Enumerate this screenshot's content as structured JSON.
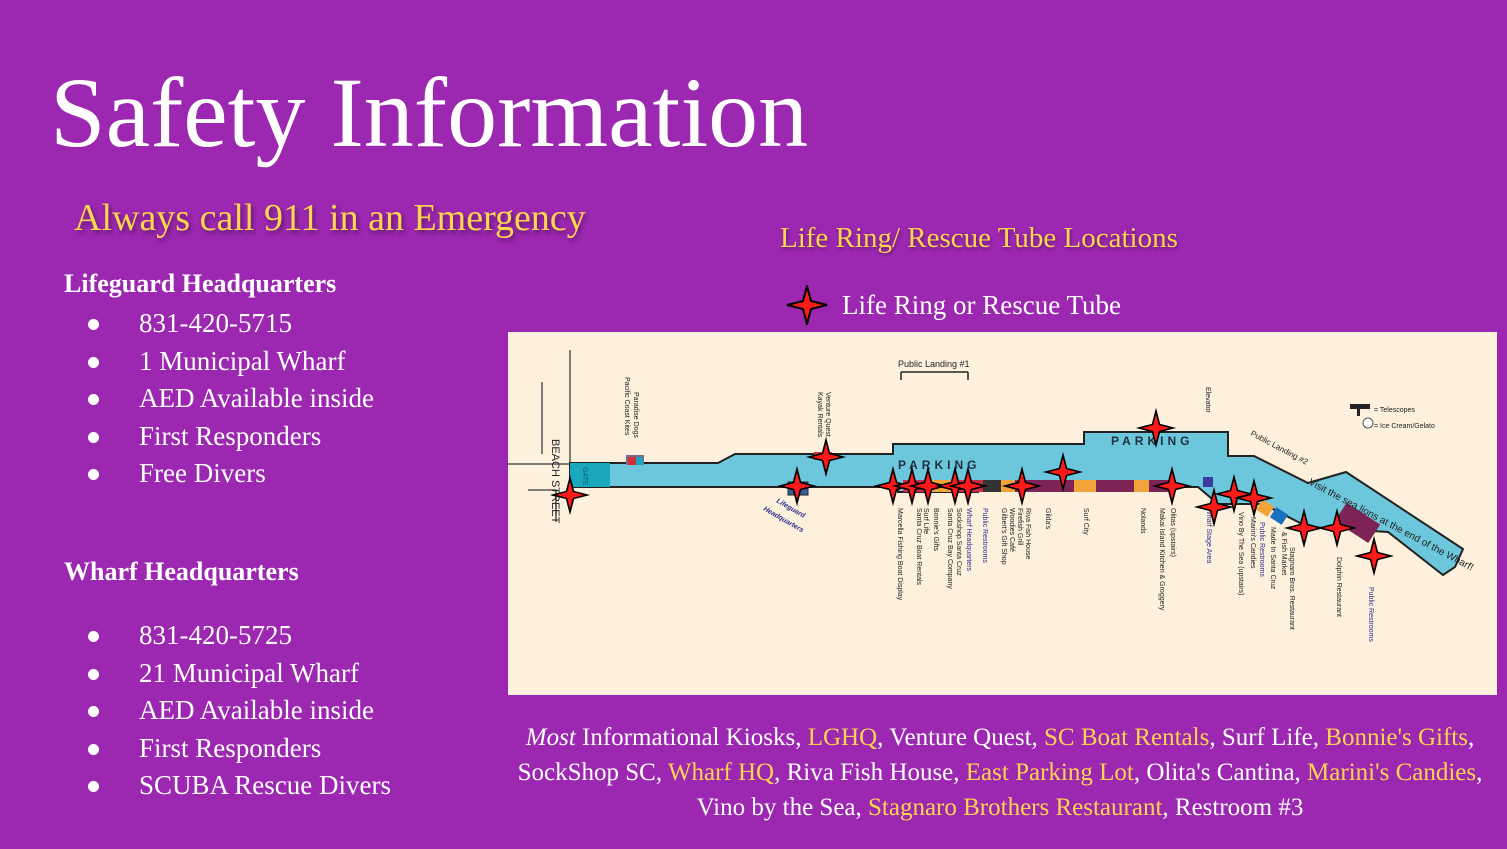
{
  "slide": {
    "title": "Safety Information",
    "subtitle": "Always call 911 in an Emergency",
    "background_color": "#9c27b0",
    "accent_color": "#ffd54f"
  },
  "lifeguard_hq": {
    "heading": "Lifeguard Headquarters",
    "items": [
      "831-420-5715",
      "1 Municipal Wharf",
      "AED Available inside",
      "First Responders",
      "Free Divers"
    ]
  },
  "wharf_hq": {
    "heading": "Wharf Headquarters",
    "items": [
      "831-420-5725",
      "21 Municipal Wharf",
      "AED Available inside",
      "First Responders",
      "SCUBA Rescue Divers"
    ]
  },
  "map_section": {
    "title": "Life Ring/ Rescue Tube Locations",
    "legend_icon": "red-star-icon",
    "legend_label": "Life Ring or Rescue Tube"
  },
  "map": {
    "street": "BEACH STREET",
    "gate": "GATE",
    "parking_label_1": "PARKING",
    "parking_label_2": "PARKING",
    "public_landing_1": "Public Landing #1",
    "public_landing_2": "Public Landing #2",
    "sea_lions_note": "Visit the sea lions at the end of the Wharf!",
    "key_telescopes": "= Telescopes",
    "key_ice_cream": "= Ice Cream/Gelato",
    "lifeguard_hq_label_1": "Lifeguard",
    "lifeguard_hq_label_2": "Headquarters",
    "elevator": "Elevator",
    "labels_top": [
      "Paradise Dogs",
      "Pacific Coast Kites",
      "Venture Quest",
      "Kayak Rentals"
    ],
    "labels_bottom": [
      "Marcella Fishing Boat Display",
      "Santa Cruz Boat Rentals",
      "Surf Life",
      "Bonnie's Gifts",
      "Santa Cruz Bay Company",
      "Sockshop Santa Cruz",
      "Wharf Headquarters",
      "Public Restrooms",
      "Gilbert's Gift Shop",
      "Woodies Café",
      "Firefish Grill",
      "Riva Fish House",
      "Gilda's",
      "Surf City",
      "Nolands",
      "Makai Island Kitchen & Groggery",
      "Olitas (upstairs)",
      "Wharf Stage Area",
      "Vino By The Sea (upstairs)",
      "Marini's Candies",
      "Public Restrooms",
      "Made In Santa Cruz",
      "& Fish Market",
      "Stagnaro Bros. Restaurant",
      "Dolphin Restaurant",
      "Public Restrooms"
    ]
  },
  "footer": {
    "lead": "Most",
    "segments": [
      {
        "text": " Informational Kiosks, ",
        "hl": false
      },
      {
        "text": "LGHQ",
        "hl": true
      },
      {
        "text": ", Venture Quest, ",
        "hl": false
      },
      {
        "text": "SC Boat Rentals",
        "hl": true
      },
      {
        "text": ",  Surf Life, ",
        "hl": false
      },
      {
        "text": "Bonnie's Gifts",
        "hl": true
      },
      {
        "text": ", SockShop SC, ",
        "hl": false
      },
      {
        "text": "Wharf HQ",
        "hl": true
      },
      {
        "text": ", Riva Fish House, ",
        "hl": false
      },
      {
        "text": "East Parking Lot",
        "hl": true
      },
      {
        "text": ", Olita's Cantina, ",
        "hl": false
      },
      {
        "text": "Marini's Candies",
        "hl": true
      },
      {
        "text": ", Vino by the Sea, ",
        "hl": false
      },
      {
        "text": "Stagnaro Brothers Restaurant",
        "hl": true
      },
      {
        "text": ", Restroom #3",
        "hl": false
      }
    ]
  }
}
